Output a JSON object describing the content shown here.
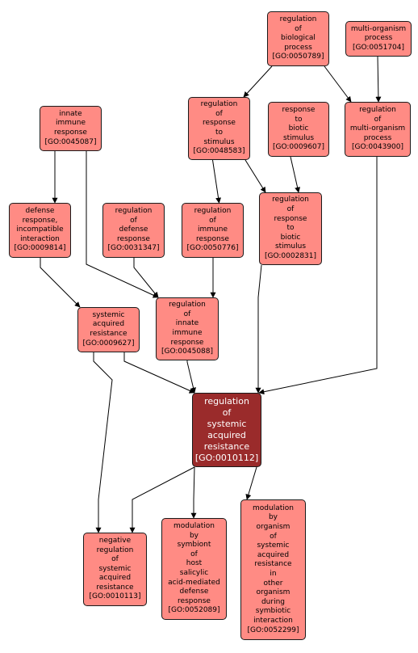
{
  "nodes": [
    {
      "id": "n1",
      "label": "regulation\nof\nbiological\nprocess\n[GO:0050789]"
    },
    {
      "id": "n2",
      "label": "multi-organism\nprocess\n[GO:0051704]"
    },
    {
      "id": "n3",
      "label": "innate\nimmune\nresponse\n[GO:0045087]"
    },
    {
      "id": "n4",
      "label": "regulation\nof\nresponse\nto\nstimulus\n[GO:0048583]"
    },
    {
      "id": "n5",
      "label": "response\nto\nbiotic\nstimulus\n[GO:0009607]"
    },
    {
      "id": "n6",
      "label": "regulation\nof\nmulti-organism\nprocess\n[GO:0043900]"
    },
    {
      "id": "n7",
      "label": "defense\nresponse,\nincompatible\ninteraction\n[GO:0009814]"
    },
    {
      "id": "n8",
      "label": "regulation\nof\ndefense\nresponse\n[GO:0031347]"
    },
    {
      "id": "n9",
      "label": "regulation\nof\nimmune\nresponse\n[GO:0050776]"
    },
    {
      "id": "n10",
      "label": "regulation\nof\nresponse\nto\nbiotic\nstimulus\n[GO:0002831]"
    },
    {
      "id": "n11",
      "label": "systemic\nacquired\nresistance\n[GO:0009627]"
    },
    {
      "id": "n12",
      "label": "regulation\nof\ninnate\nimmune\nresponse\n[GO:0045088]"
    },
    {
      "id": "n13",
      "label": "regulation\nof\nsystemic\nacquired\nresistance\n[GO:0010112]"
    },
    {
      "id": "n14",
      "label": "negative\nregulation\nof\nsystemic\nacquired\nresistance\n[GO:0010113]"
    },
    {
      "id": "n15",
      "label": "modulation\nby\nsymbiont\nof\nhost\nsalicylic\nacid-mediated\ndefense\nresponse\n[GO:0052089]"
    },
    {
      "id": "n16",
      "label": "modulation\nby\norganism\nof\nsystemic\nacquired\nresistance\nin\nother\norganism\nduring\nsymbiotic\ninteraction\n[GO:0052299]"
    }
  ],
  "edges": [
    {
      "from": "n1",
      "to": "n4"
    },
    {
      "from": "n1",
      "to": "n6"
    },
    {
      "from": "n2",
      "to": "n6"
    },
    {
      "from": "n4",
      "to": "n9"
    },
    {
      "from": "n4",
      "to": "n10"
    },
    {
      "from": "n5",
      "to": "n10"
    },
    {
      "from": "n3",
      "to": "n7"
    },
    {
      "from": "n3",
      "to": "n12"
    },
    {
      "from": "n7",
      "to": "n11"
    },
    {
      "from": "n8",
      "to": "n12"
    },
    {
      "from": "n9",
      "to": "n12"
    },
    {
      "from": "n11",
      "to": "n13"
    },
    {
      "from": "n12",
      "to": "n13"
    },
    {
      "from": "n10",
      "to": "n13"
    },
    {
      "from": "n6",
      "to": "n13"
    },
    {
      "from": "n11",
      "to": "n14"
    },
    {
      "from": "n13",
      "to": "n14"
    },
    {
      "from": "n13",
      "to": "n15"
    },
    {
      "from": "n13",
      "to": "n16"
    }
  ],
  "colors": {
    "node_fill": "#ff8b84",
    "focus_fill": "#9a2b2b",
    "edge": "#000000"
  }
}
